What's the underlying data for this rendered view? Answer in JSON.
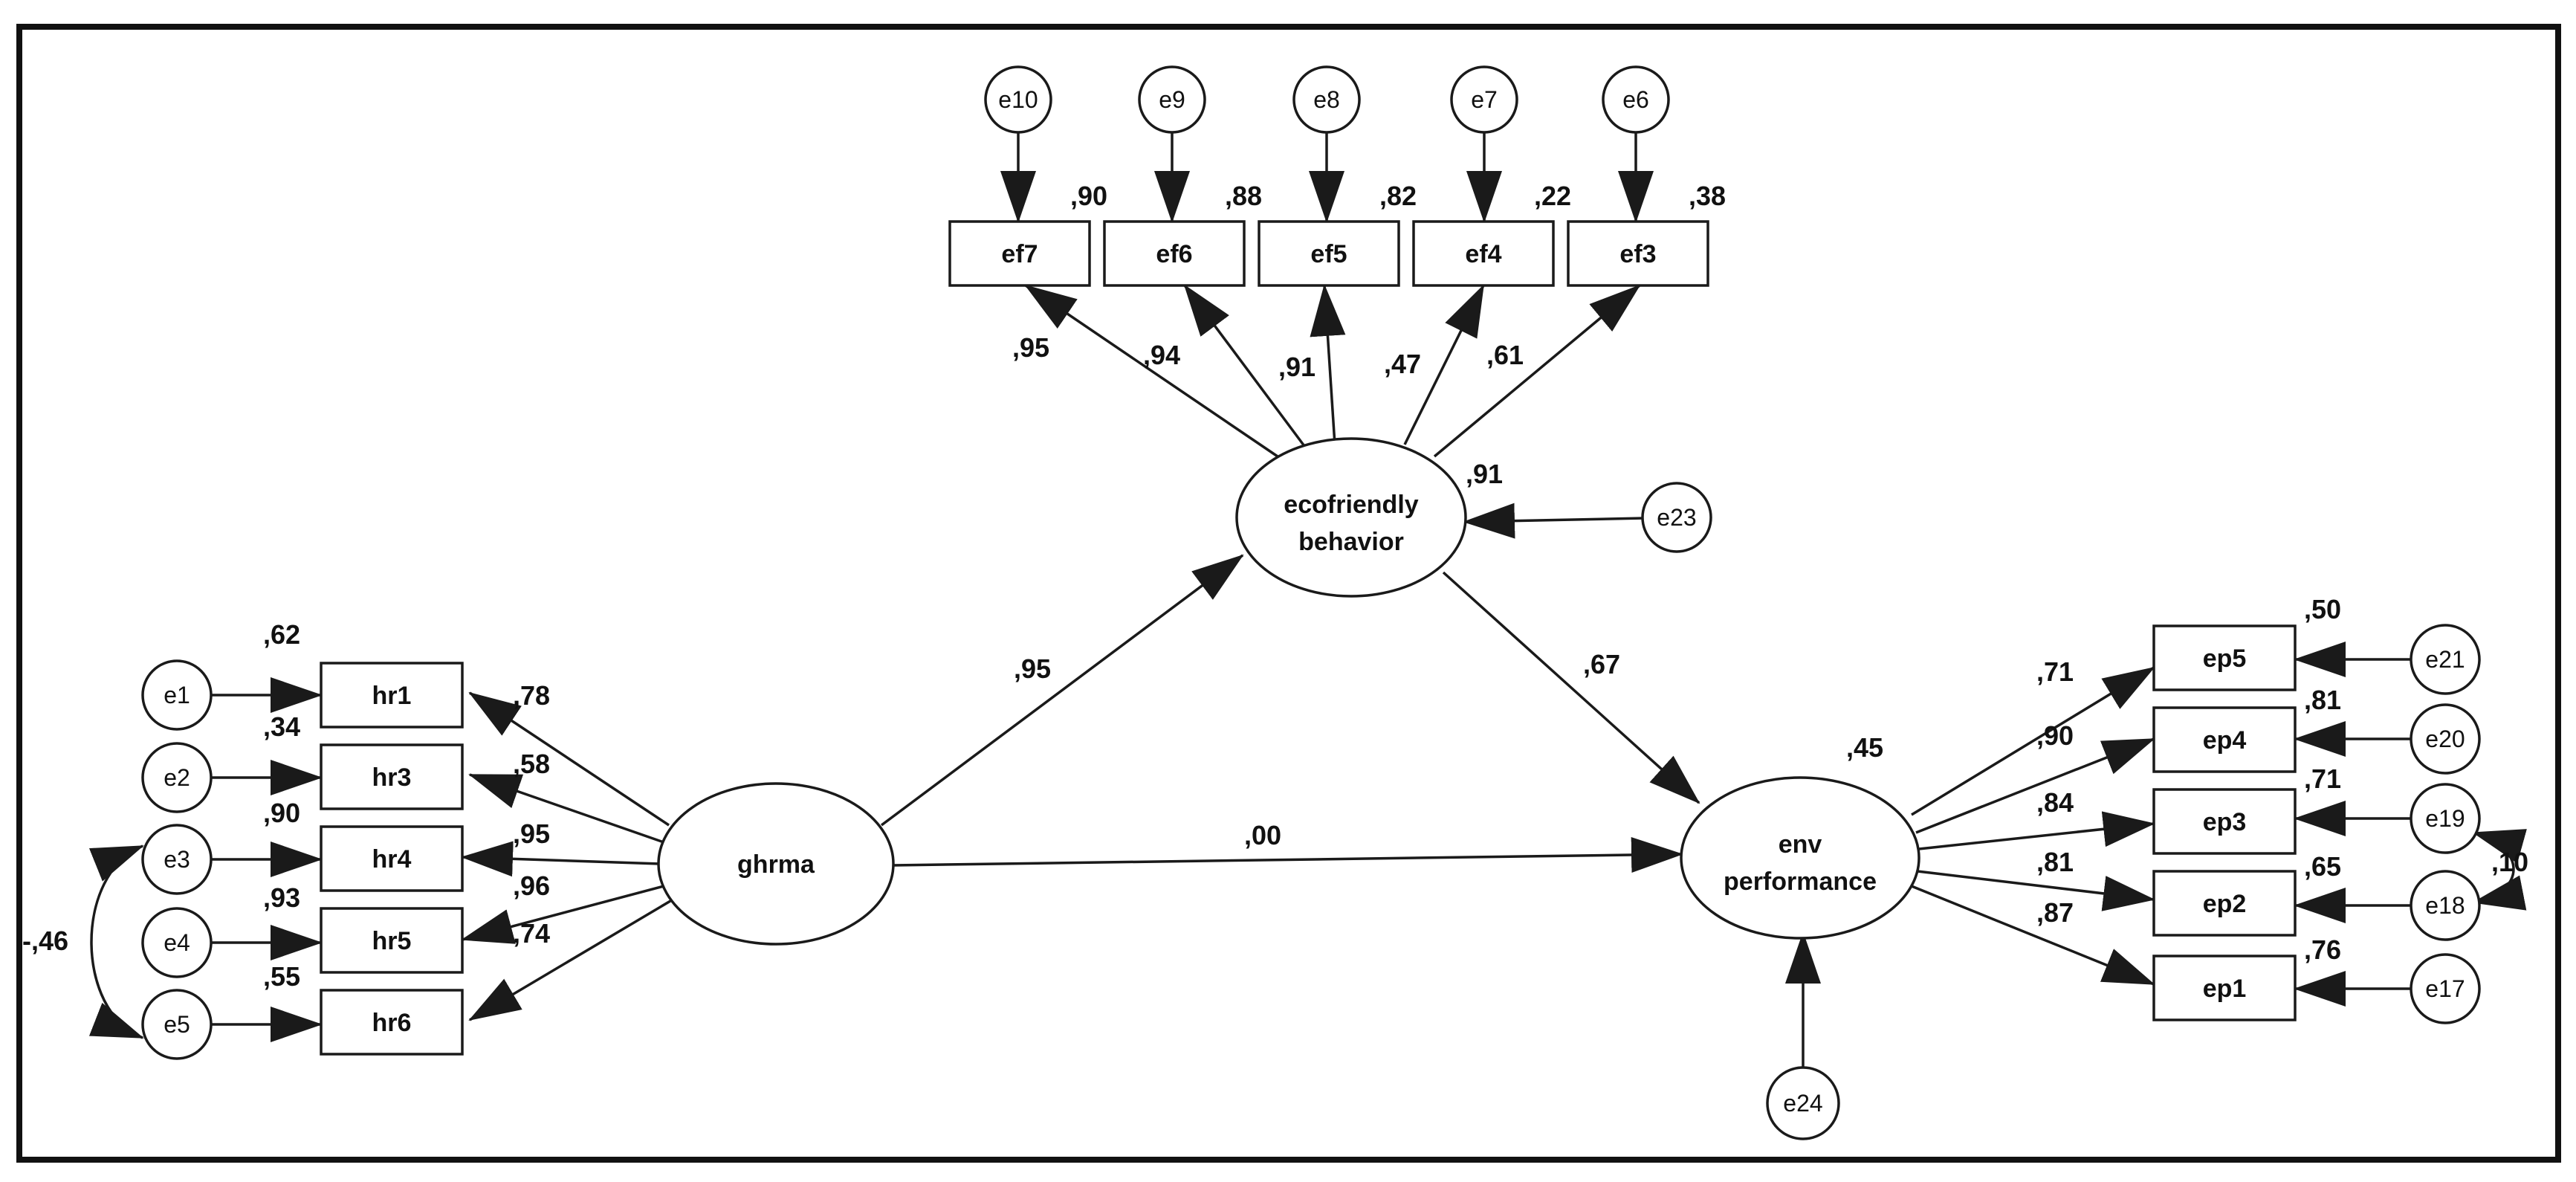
{
  "colors": {
    "line": "#1a1a1a",
    "background": "#ffffff"
  },
  "latents": {
    "ghrma": "ghrma",
    "eco_line1": "ecofriendly",
    "eco_line2": "behavior",
    "env_line1": "env",
    "env_line2": "performance"
  },
  "observed": {
    "hr1": "hr1",
    "hr3": "hr3",
    "hr4": "hr4",
    "hr5": "hr5",
    "hr6": "hr6",
    "ef7": "ef7",
    "ef6": "ef6",
    "ef5": "ef5",
    "ef4": "ef4",
    "ef3": "ef3",
    "ep5": "ep5",
    "ep4": "ep4",
    "ep3": "ep3",
    "ep2": "ep2",
    "ep1": "ep1"
  },
  "errors": {
    "e1": "e1",
    "e2": "e2",
    "e3": "e3",
    "e4": "e4",
    "e5": "e5",
    "e6": "e6",
    "e7": "e7",
    "e8": "e8",
    "e9": "e9",
    "e10": "e10",
    "e17": "e17",
    "e18": "e18",
    "e19": "e19",
    "e20": "e20",
    "e21": "e21",
    "e23": "e23",
    "e24": "e24"
  },
  "squared_correlations": {
    "hr1": ",62",
    "hr3": ",34",
    "hr4": ",90",
    "hr5": ",93",
    "hr6": ",55",
    "ef7": ",90",
    "ef6": ",88",
    "ef5": ",82",
    "ef4": ",22",
    "ef3": ",38",
    "ep5": ",50",
    "ep4": ",81",
    "ep3": ",71",
    "ep2": ",65",
    "ep1": ",76",
    "eco": ",91",
    "env": ",45"
  },
  "loadings": {
    "hr1": ",78",
    "hr3": ",58",
    "hr4": ",95",
    "hr5": ",96",
    "hr6": ",74",
    "ef7": ",95",
    "ef6": ",94",
    "ef5": ",91",
    "ef4": ",47",
    "ef3": ",61",
    "ep5": ",71",
    "ep4": ",90",
    "ep3": ",84",
    "ep2": ",81",
    "ep1": ",87"
  },
  "paths": {
    "ghrma_eco": ",95",
    "eco_env": ",67",
    "ghrma_env": ",00"
  },
  "covariances": {
    "e3_e5": "-,46",
    "e18_e19": ",10"
  }
}
